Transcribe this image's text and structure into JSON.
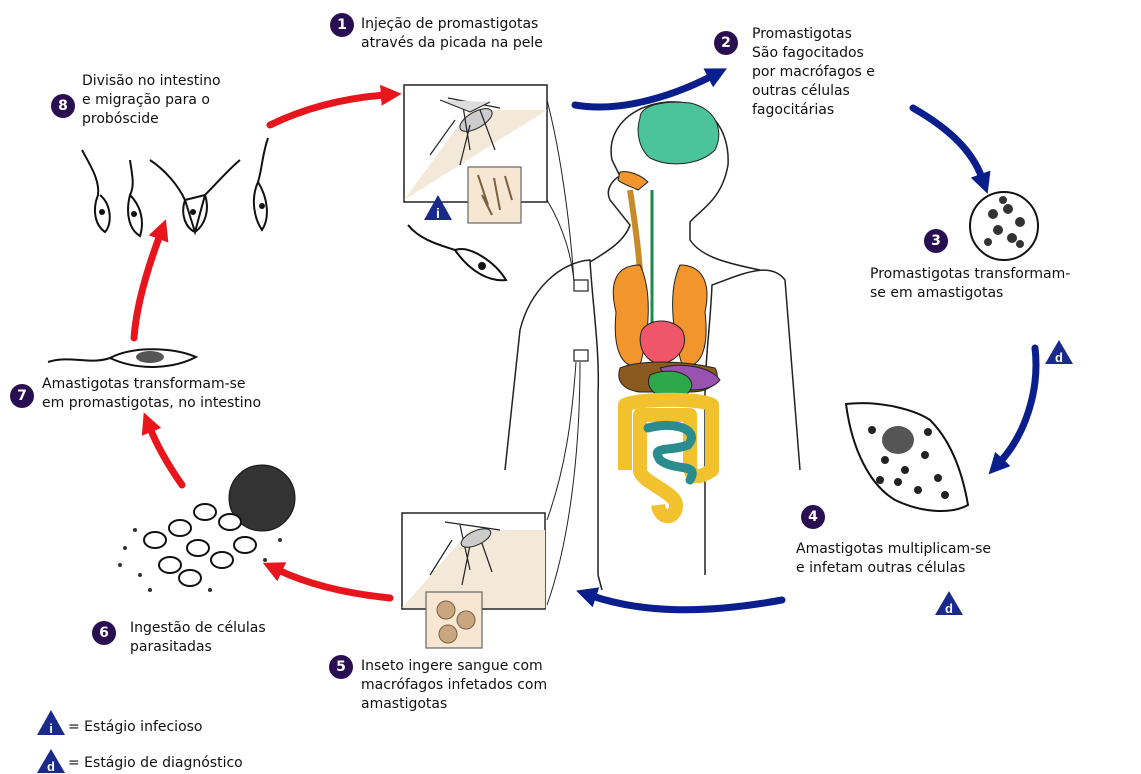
{
  "steps": [
    {
      "number": "1",
      "lines": [
        "Injeção de promastigotas",
        "através da picada na pele"
      ]
    },
    {
      "number": "2",
      "lines": [
        "Promastigotas",
        "São fagocitados",
        "por macrófagos e",
        "outras células",
        "fagocitárias"
      ]
    },
    {
      "number": "3",
      "lines": [
        "Promastigotas transformam-",
        "se em amastigotas"
      ]
    },
    {
      "number": "4",
      "lines": [
        "Amastigotas multiplicam-se",
        "e infetam outras células"
      ]
    },
    {
      "number": "5",
      "lines": [
        "Inseto ingere sangue com",
        "macrófagos infetados com",
        "amastigotas"
      ]
    },
    {
      "number": "6",
      "lines": [
        "Ingestão de células",
        "parasitadas"
      ]
    },
    {
      "number": "7",
      "lines": [
        "Amastigotas transformam-se",
        "em promastigotas, no intestino"
      ]
    },
    {
      "number": "8",
      "lines": [
        "Divisão no intestino",
        "e migração para o",
        "probóscide"
      ]
    }
  ],
  "markers": {
    "infectious": "i",
    "diagnostic": "d"
  },
  "legend": {
    "infectious": "= Estágio infecioso",
    "diagnostic": "= Estágio de diagnóstico"
  },
  "colors": {
    "human_stage_arrows": "#0a1e8c",
    "insect_stage_arrows": "#e8161c",
    "number_badges": "#2a0e52",
    "stage_marker": "#1a2a8a"
  }
}
